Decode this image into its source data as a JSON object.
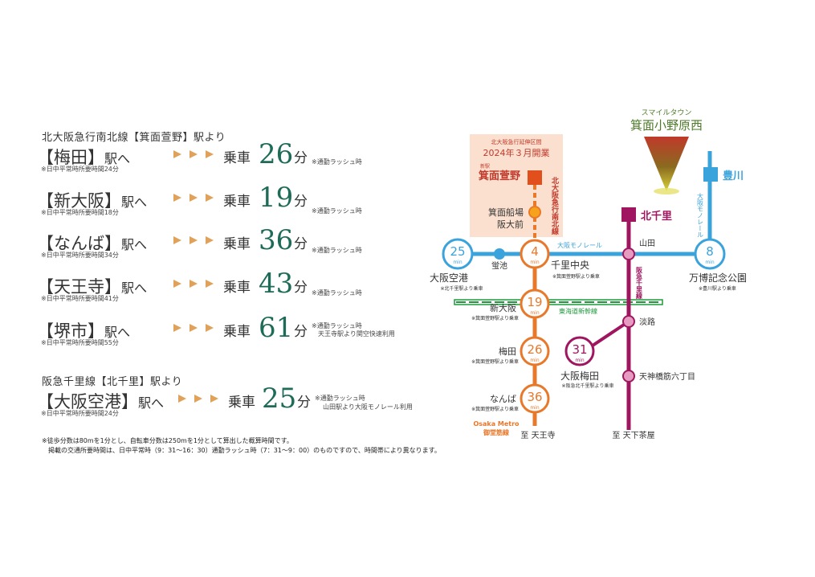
{
  "left": {
    "section1_title": "北大阪急行南北線【箕面萱野】駅より",
    "section2_title": "阪急千里線【北千里】駅より",
    "rows": [
      {
        "dest": "【梅田】",
        "eki": "駅へ",
        "sub": "※日中平常時所要時間24分",
        "ride": "乗車",
        "minutes": "26",
        "fun": "分",
        "note1": "※通勤ラッシュ時",
        "note2": ""
      },
      {
        "dest": "【新大阪】",
        "eki": "駅へ",
        "sub": "※日中平常時所要時間18分",
        "ride": "乗車",
        "minutes": "19",
        "fun": "分",
        "note1": "※通勤ラッシュ時",
        "note2": ""
      },
      {
        "dest": "【なんば】",
        "eki": "駅へ",
        "sub": "※日中平常時所要時間34分",
        "ride": "乗車",
        "minutes": "36",
        "fun": "分",
        "note1": "※通勤ラッシュ時",
        "note2": ""
      },
      {
        "dest": "【天王寺】",
        "eki": "駅へ",
        "sub": "※日中平常時所要時間41分",
        "ride": "乗車",
        "minutes": "43",
        "fun": "分",
        "note1": "※通勤ラッシュ時",
        "note2": ""
      },
      {
        "dest": "【堺市】",
        "eki": "駅へ",
        "sub": "※日中平常時所要時間55分",
        "ride": "乗車",
        "minutes": "61",
        "fun": "分",
        "note1": "※通勤ラッシュ時",
        "note2": "天王寺駅より関空快速利用"
      },
      {
        "dest": "【大阪空港】",
        "eki": "駅へ",
        "sub": "※日中平常時所要時間24分",
        "ride": "乗車",
        "minutes": "25",
        "fun": "分",
        "note1": "※通勤ラッシュ時",
        "note2": "山田駅より大阪モノレール利用"
      }
    ],
    "footnote1": "※徒歩分数は80mを1分とし、自転車分数は250mを1分として算出した概算時間です。",
    "footnote2": "掲載の交通所要時間は、日中平常時（9：31〜16：30）通勤ラッシュ時（7：31〜9：00）のものですので、時間帯により異なります。"
  },
  "map": {
    "smiletown_small": "スマイルタウン",
    "smiletown_name": "箕面小野原西",
    "ext_box_caption": "北大阪急行延伸区間",
    "ext_box_date": "2024年３月開業",
    "shin_eki": "新駅",
    "minoh_kayano": "箕面萱野",
    "kitakyu_line": "北大阪急行南北線",
    "minoh_senba_1": "箕面船場",
    "minoh_senba_2": "阪大前",
    "kitasenri": "北千里",
    "toyokawa": "豊川",
    "osaka_monorail_vert": "大阪モノレール",
    "osaka_monorail_horiz": "大阪モノレール",
    "hankyu_senri_line": "阪急千里線",
    "yamada": "山田",
    "hotarugaike": "蛍池",
    "osaka_kuko": "大阪空港",
    "osaka_kuko_note": "※北千里駅より乗車",
    "senri_chuo": "千里中央",
    "senri_chuo_note": "※箕面萱野駅より乗車",
    "banpaku": "万博記念公園",
    "banpaku_note": "※豊川駅より乗車",
    "shin_osaka": "新大阪",
    "shin_osaka_note": "※箕面萱野駅より乗車",
    "tokaido": "東海道新幹線",
    "awaji": "淡路",
    "umeda": "梅田",
    "umeda_note": "※箕面萱野駅より乗車",
    "osaka_umeda": "大阪梅田",
    "osaka_umeda_note": "※阪急北千里駅より乗車",
    "tenjin": "天神橋筋六丁目",
    "namba": "なんば",
    "namba_note": "※箕面萱野駅より乗車",
    "metro_1": "Osaka Metro",
    "metro_2": "御堂筋線",
    "to_tennoji": "至 天王寺",
    "to_tenga": "至 天下茶屋",
    "min": "min",
    "badges": {
      "b25": "25",
      "b4": "4",
      "b8": "8",
      "b19": "19",
      "b26": "26",
      "b31": "31",
      "b36": "36"
    },
    "colors": {
      "orange": "#e8782a",
      "blue": "#3aa3dc",
      "maroon": "#a0155f",
      "green": "#1f9a3b",
      "teal_num": "#1e6b57"
    }
  }
}
